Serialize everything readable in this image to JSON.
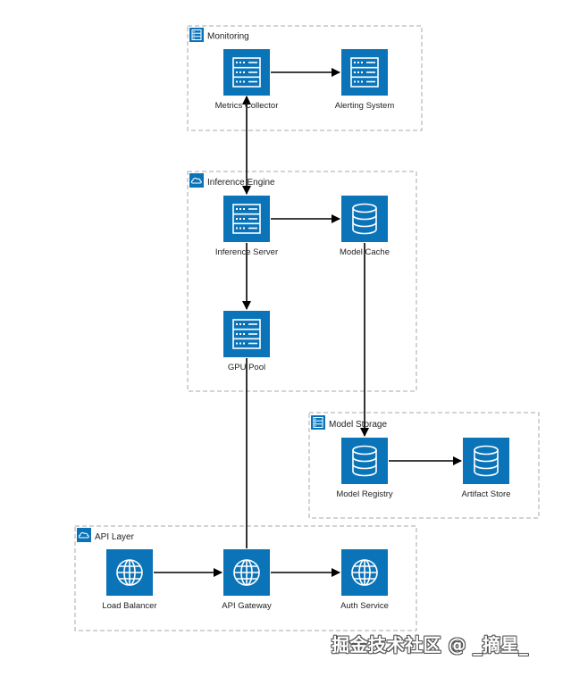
{
  "groups": {
    "monitoring": {
      "label": "Monitoring",
      "icon": "server-rack-icon"
    },
    "inference_engine": {
      "label": "Inference Engine",
      "icon": "cloud-icon"
    },
    "model_storage": {
      "label": "Model Storage",
      "icon": "server-rack-icon"
    },
    "api_layer": {
      "label": "API Layer",
      "icon": "cloud-icon"
    }
  },
  "nodes": {
    "metrics_collector": {
      "label": "Metrics Collector",
      "icon": "server-icon"
    },
    "alerting_system": {
      "label": "Alerting System",
      "icon": "server-icon"
    },
    "inference_server": {
      "label": "Inference Server",
      "icon": "server-icon"
    },
    "model_cache": {
      "label": "Model Cache",
      "icon": "database-icon"
    },
    "gpu_pool": {
      "label": "GPU Pool",
      "icon": "server-icon"
    },
    "model_registry": {
      "label": "Model Registry",
      "icon": "database-icon"
    },
    "artifact_store": {
      "label": "Artifact Store",
      "icon": "database-icon"
    },
    "load_balancer": {
      "label": "Load Balancer",
      "icon": "globe-icon"
    },
    "api_gateway": {
      "label": "API Gateway",
      "icon": "globe-icon"
    },
    "auth_service": {
      "label": "Auth Service",
      "icon": "globe-icon"
    }
  },
  "edges": [
    {
      "from": "Metrics Collector",
      "to": "Alerting System"
    },
    {
      "from": "Metrics Collector",
      "to": "Inference Server",
      "bidirectional": true
    },
    {
      "from": "Inference Server",
      "to": "Model Cache"
    },
    {
      "from": "Inference Server",
      "to": "GPU Pool"
    },
    {
      "from": "Model Cache",
      "to": "Model Registry"
    },
    {
      "from": "Model Registry",
      "to": "Artifact Store"
    },
    {
      "from": "Load Balancer",
      "to": "API Gateway"
    },
    {
      "from": "API Gateway",
      "to": "Auth Service"
    },
    {
      "from": "API Gateway",
      "to": "GPU Pool",
      "arrowhead": false
    }
  ],
  "watermark": "掘金技术社区 @ _摘星_",
  "colors": {
    "node_fill": "#0b74b9",
    "group_border": "#a9a9a9",
    "edge": "#000000"
  }
}
